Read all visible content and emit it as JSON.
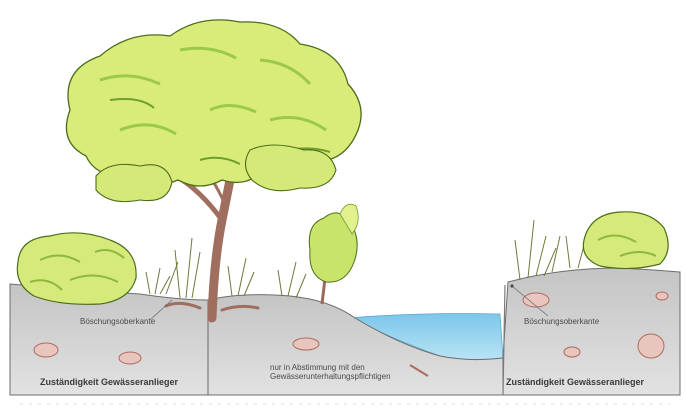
{
  "labels": {
    "left_edge": "Böschungsoberkante",
    "left_responsibility": "Zuständigkeit Gewässeranlieger",
    "middle_line1": "nur in Abstimmung mit den",
    "middle_line2": "Gewässerunterhaltungspflichtigen",
    "right_edge": "Böschungsoberkante",
    "right_responsibility": "Zuständigkeit Gewässeranlieger"
  },
  "colors": {
    "ground": "#cfcfcf",
    "ground_shade": "#b5b5b5",
    "water": "#8fd0ec",
    "foliage_light": "#d9ec7a",
    "foliage_mid": "#a8cf4a",
    "foliage_dark": "#5f8f1e",
    "trunk": "#9a6b5a",
    "stone": "#c98a82"
  }
}
